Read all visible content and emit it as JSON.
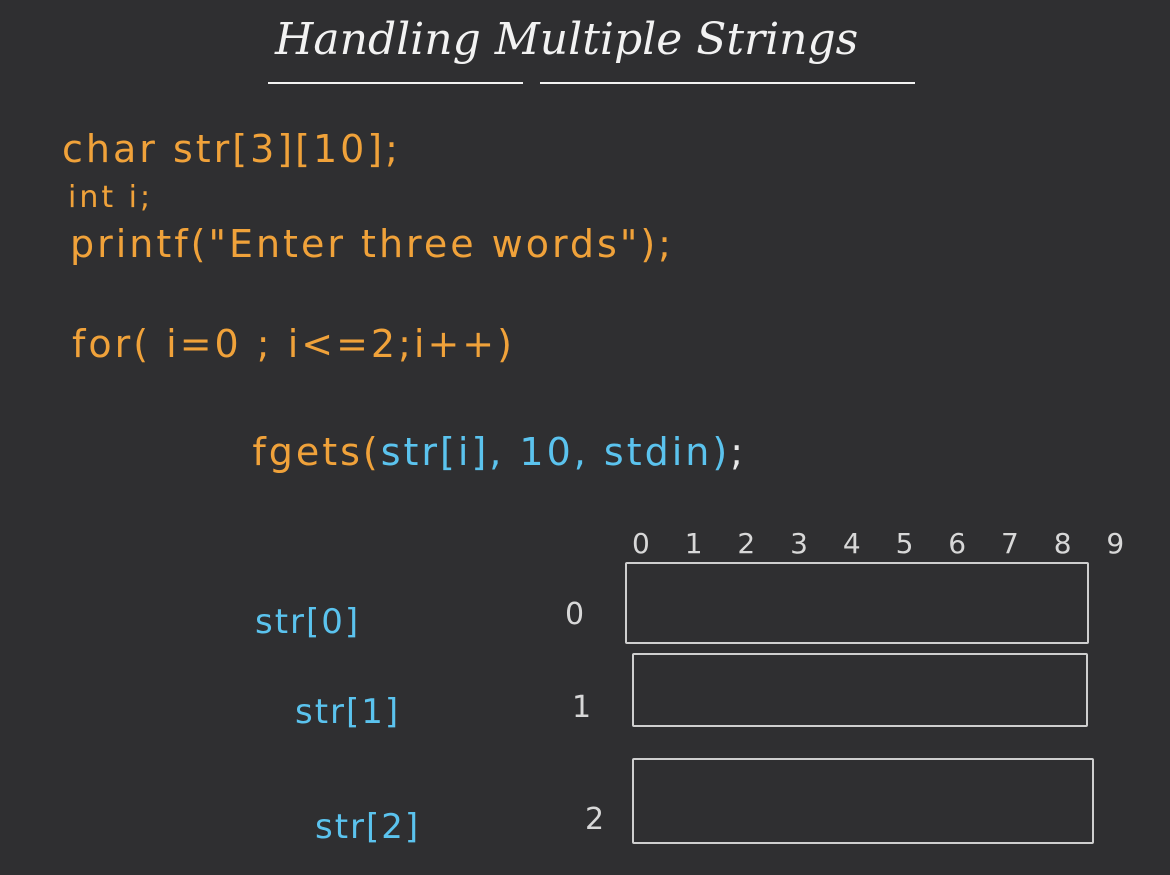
{
  "title": "Handling Multiple Strings",
  "code": {
    "line1": "char str[3][10];",
    "line2": "int i;",
    "line3": "printf(\"Enter three words\");",
    "line4": "for( i=0 ; i<=2;i++)",
    "line5_fn": "fgets",
    "line5_paren": "(",
    "line5_args": "str[i], 10, stdin)",
    "line5_end": ";"
  },
  "diagram": {
    "column_indices": "0 1 2 3 4 5 6 7 8 9",
    "rows": [
      {
        "label": "str[0]",
        "index": "0"
      },
      {
        "label": "str[1]",
        "index": "1"
      },
      {
        "label": "str[2]",
        "index": "2"
      }
    ]
  },
  "colors": {
    "background": "#2f2f31",
    "code": "#f0a23a",
    "labels": "#5bc3ee",
    "boxes": "#cfcfcf"
  }
}
